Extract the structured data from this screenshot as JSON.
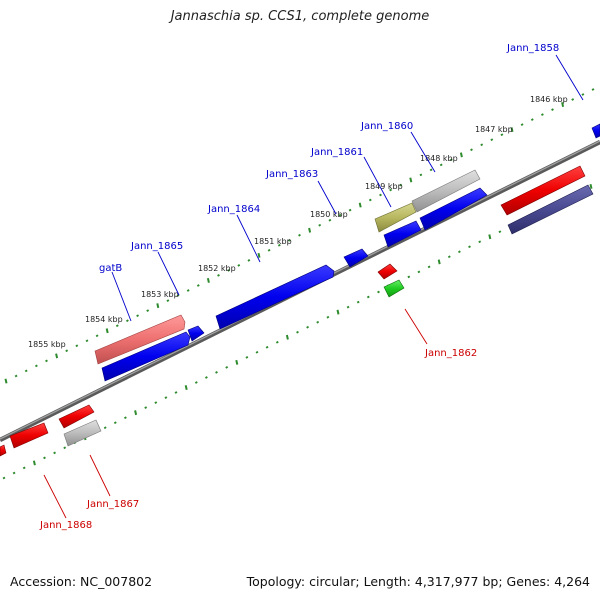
{
  "title": "Jannaschia sp. CCS1, complete genome",
  "footer": {
    "accession": "Accession: NC_007802",
    "summary": "Topology: circular; Length: 4,317,977 bp; Genes: 4,264"
  },
  "colors": {
    "backbone": "#7a7a7a",
    "ticks": "#2e8b2e",
    "forward_label": "#0000cc",
    "reverse_label": "#cc0000"
  },
  "kbp_labels": [
    "1855 kbp",
    "1854 kbp",
    "1853 kbp",
    "1852 kbp",
    "1851 kbp",
    "1850 kbp",
    "1849 kbp",
    "1848 kbp",
    "1847 kbp",
    "1846 kbp"
  ],
  "gene_labels": {
    "forward": [
      "gatB",
      "Jann_1865",
      "Jann_1864",
      "Jann_1863",
      "Jann_1861",
      "Jann_1860",
      "Jann_1858"
    ],
    "reverse": [
      "Jann_1862",
      "Jann_1867",
      "Jann_1868"
    ]
  }
}
